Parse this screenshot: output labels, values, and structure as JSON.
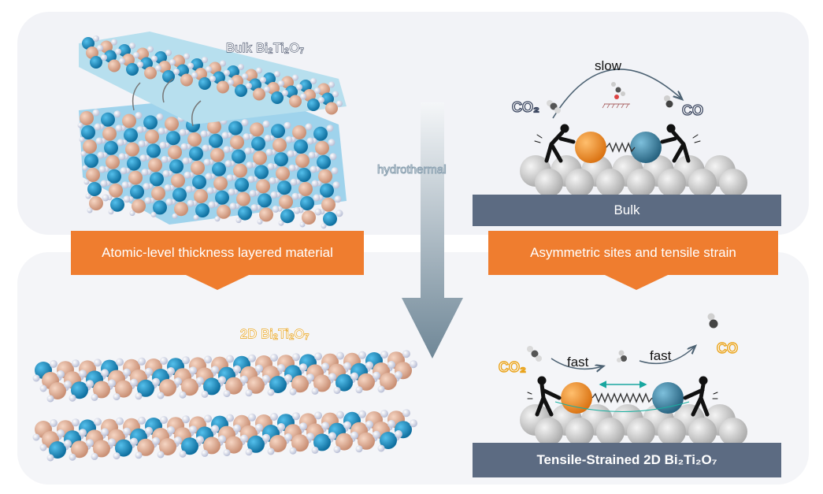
{
  "labels": {
    "bulk_title": "Bulk Bi₂Ti₂O₇",
    "twod_title": "2D Bi₂Ti₂O₇",
    "hydrothermal": "hydrothermal",
    "atomic_box": "Atomic-level thickness layered material",
    "asymmetric_box": "Asymmetric sites and tensile strain",
    "slow": "slow",
    "fast_1": "fast",
    "fast_2": "fast",
    "co2_top": "CO₂",
    "co_top": "CO",
    "co2_bottom": "CO₂",
    "co_bottom": "CO",
    "bulk_bar": "Bulk",
    "strained_bar": "Tensile-Strained 2D Bi₂Ti₂O₇"
  },
  "colors": {
    "orange": "#ef7d2f",
    "slate": "#5c6b82",
    "atom_peach": "#e7b39a",
    "atom_blue": "#1f9bd0",
    "atom_white": "#dfe3f3",
    "site_orange": "#f08d2c",
    "site_teal": "#3c87a8",
    "accent_gold": "#e9a31b"
  }
}
